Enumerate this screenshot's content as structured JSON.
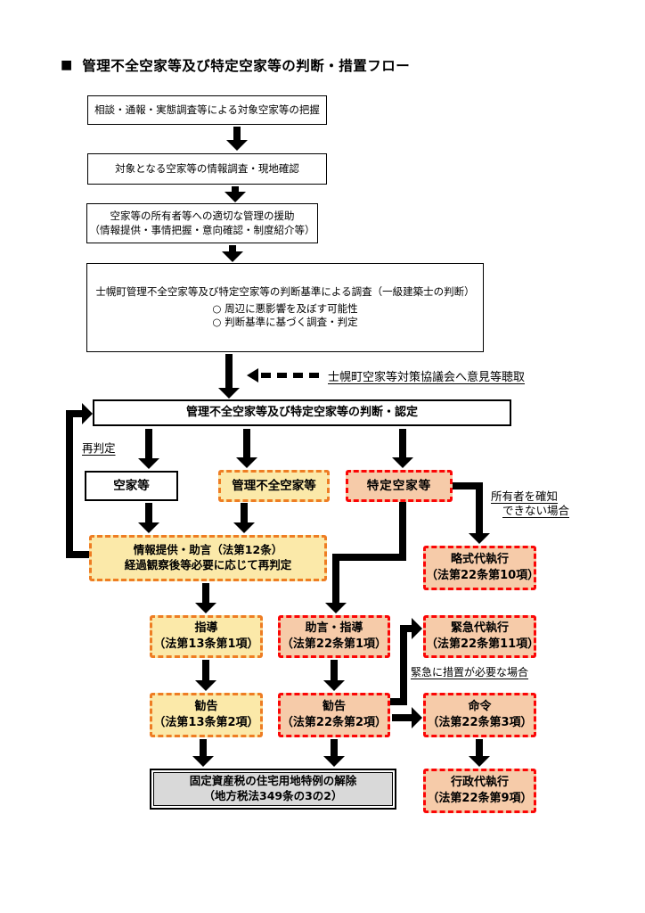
{
  "title": {
    "bullet": "■",
    "text": "管理不全空家等及び特定空家等の判断・措置フロー"
  },
  "colors": {
    "caution_fill": "#FBE9A9",
    "caution_border": "#EE7D23",
    "danger_fill": "#F6CBA9",
    "danger_border": "#FB0606",
    "neutral_fill": "#D9D9D9",
    "line": "#000000"
  },
  "nodes": {
    "grasp": "相談・通報・実態調査等による対象空家等の把握",
    "survey": "対象となる空家等の情報調査・現地確認",
    "support": {
      "line1": "空家等の所有者等への適切な管理の援助",
      "line2": "（情報提供・事情把握・意向確認・制度紹介等）"
    },
    "criteria": {
      "line1": "士幌町管理不全空家等及び特定空家等の判断基準による調査（一級建築士の判断）",
      "item1": "○ 周辺に悪影響を及ぼす可能性",
      "item2": "○ 判断基準に基づく調査・判定"
    },
    "decision": "管理不全空家等及び特定空家等の判断・認定",
    "vacant": "空家等",
    "mismanaged": "管理不全空家等",
    "specified": "特定空家等",
    "info_advice": {
      "line1": "情報提供・助言（法第12条）",
      "line2": "経過観察後等必要に応じて再判定"
    },
    "summary_execution": {
      "line1": "略式代執行",
      "line2": "（法第22条第10項）"
    },
    "guidance": {
      "line1": "指導",
      "line2": "（法第13条第1項）"
    },
    "advice_guidance": {
      "line1": "助言・指導",
      "line2": "（法第22条第1項）"
    },
    "emergency_execution": {
      "line1": "緊急代執行",
      "line2": "（法第22条第11項）"
    },
    "recommendation13": {
      "line1": "勧告",
      "line2": "（法第13条第2項）"
    },
    "recommendation22": {
      "line1": "勧告",
      "line2": "（法第22条第2項）"
    },
    "order": {
      "line1": "命令",
      "line2": "（法第22条第3項）"
    },
    "tax_exception": {
      "line1": "固定資産税の住宅用地特例の解除",
      "line2": "（地方税法349条の3の2）"
    },
    "administrative_execution": {
      "line1": "行政代執行",
      "line2": "（法第22条第9項）"
    }
  },
  "labels": {
    "council": "士幌町空家等対策協議会へ意見等聴取",
    "rejudge": "再判定",
    "owner_unknown": {
      "line1": "所有者を確知",
      "line2": "できない場合"
    },
    "emergency_case": "緊急に措置が必要な場合"
  }
}
